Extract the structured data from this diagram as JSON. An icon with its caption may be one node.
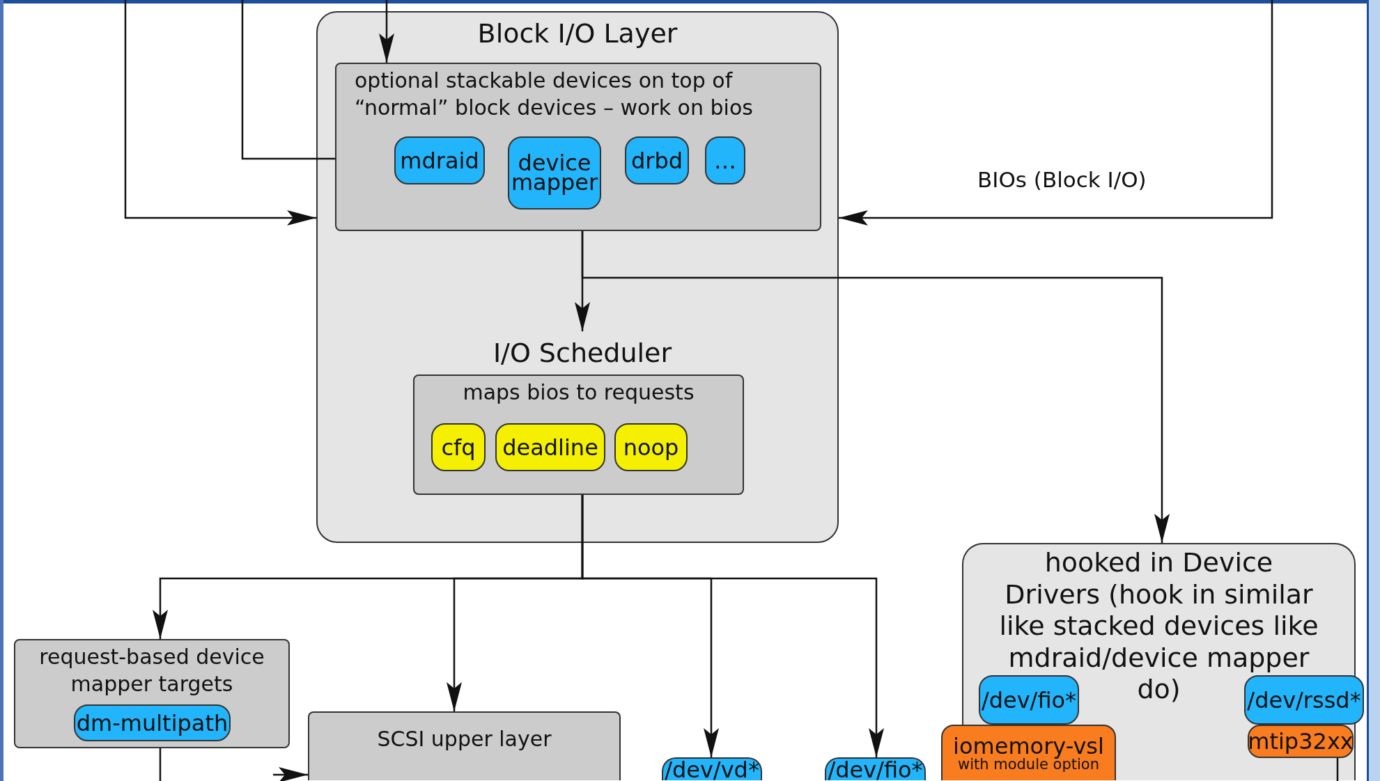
{
  "diagram": {
    "nodes": [
      {
        "text": [
          "Block I/O Layer"
        ]
      },
      {
        "text": [
          "optional stackable devices on top of “normal” block devices – work on bios"
        ],
        "in": 0
      },
      {
        "text": [
          "mdraid"
        ],
        "in": 1
      },
      {
        "text": [
          "device mapper"
        ],
        "in": 1
      },
      {
        "text": [
          "drbd"
        ],
        "in": 1
      },
      {
        "text": [
          "…"
        ],
        "in": 1
      },
      {
        "text": [
          "I/O Scheduler"
        ],
        "in": 0
      },
      {
        "text": [
          "maps bios to requests"
        ],
        "in": 0
      },
      {
        "text": [
          "cfq"
        ],
        "in": 7
      },
      {
        "text": [
          "deadline"
        ],
        "in": 7
      },
      {
        "text": [
          "noop"
        ],
        "in": 7
      },
      {
        "text": [
          "request-based device mapper targets"
        ]
      },
      {
        "text": [
          "dm-multipath"
        ],
        "in": 11
      },
      {
        "text": [
          "SCSI upper layer"
        ]
      },
      {
        "text": [
          "/dev/vd*"
        ]
      },
      {
        "text": [
          "/dev/fio*"
        ]
      },
      {
        "text": [
          "hooked in Device Drivers (hook in similar like stacked devices like mdraid/device mapper do)"
        ]
      },
      {
        "text": [
          "/dev/fio*"
        ],
        "in": 16
      },
      {
        "text": [
          "iomemory-vsl",
          "with module option"
        ]
      },
      {
        "text": [
          "/dev/rssd*"
        ]
      },
      {
        "text": [
          "mtip32xx"
        ],
        "in": 16
      }
    ],
    "edges": [
      {
        "from": null,
        "to": 1,
        "arrow": "to"
      },
      {
        "from": null,
        "to": 1,
        "arrow": "none"
      },
      {
        "from": null,
        "to": 0,
        "arrow": "to"
      },
      {
        "from": null,
        "to": 0,
        "arrow": "to",
        "label": "BIOs (Block I/O)"
      },
      {
        "from": 1,
        "to": 6,
        "arrow": "to"
      },
      {
        "from": 1,
        "to": 16,
        "arrow": "to"
      },
      {
        "from": 7,
        "to": 11,
        "arrow": "to"
      },
      {
        "from": 7,
        "to": 13,
        "arrow": "to"
      },
      {
        "from": 7,
        "to": 14,
        "arrow": "to"
      },
      {
        "from": 7,
        "to": 15,
        "arrow": "to"
      },
      {
        "from": 11,
        "to": null,
        "arrow": "none"
      },
      {
        "from": null,
        "to": 13,
        "arrow": "to"
      },
      {
        "from": 20,
        "to": null,
        "arrow": "none"
      }
    ]
  }
}
